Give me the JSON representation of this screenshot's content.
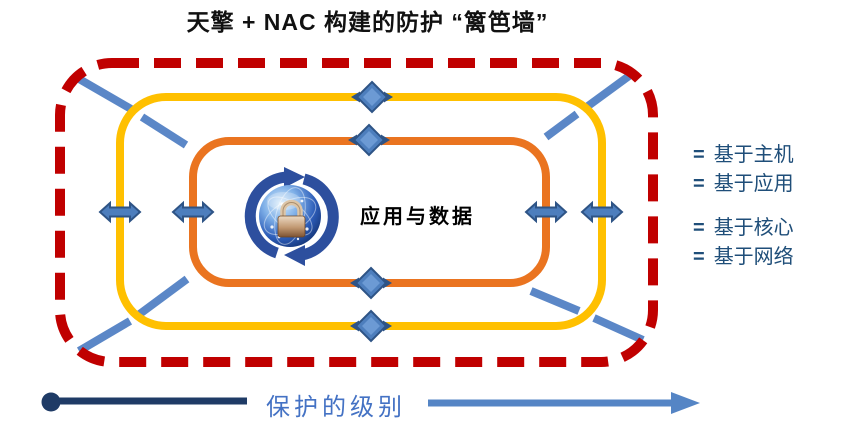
{
  "title": "天擎 + NAC 构建的防护 “篱笆墙”",
  "center": {
    "label": "应用与数据",
    "icon": "sync-lock-globe-icon"
  },
  "legend": {
    "items": [
      {
        "eq": "=",
        "label": "基于主机"
      },
      {
        "eq": "=",
        "label": "基于应用"
      },
      {
        "eq": "=",
        "label": "基于核心"
      },
      {
        "eq": "=",
        "label": "基于网络"
      }
    ]
  },
  "axis": {
    "label": "保护的级别"
  },
  "colors": {
    "red": "#C00000",
    "yellow": "#FFC000",
    "orange": "#EA7420",
    "connector-blue": "#5B87C7",
    "marker-fill": "#4D7EBD",
    "marker-stroke": "#2E5486",
    "marker-inner": "#6C9AD4",
    "navy": "#1F3B66",
    "axis-blue": "#5585C5",
    "legend-text": "#1F4E79",
    "axis-label": "#4472C4"
  }
}
